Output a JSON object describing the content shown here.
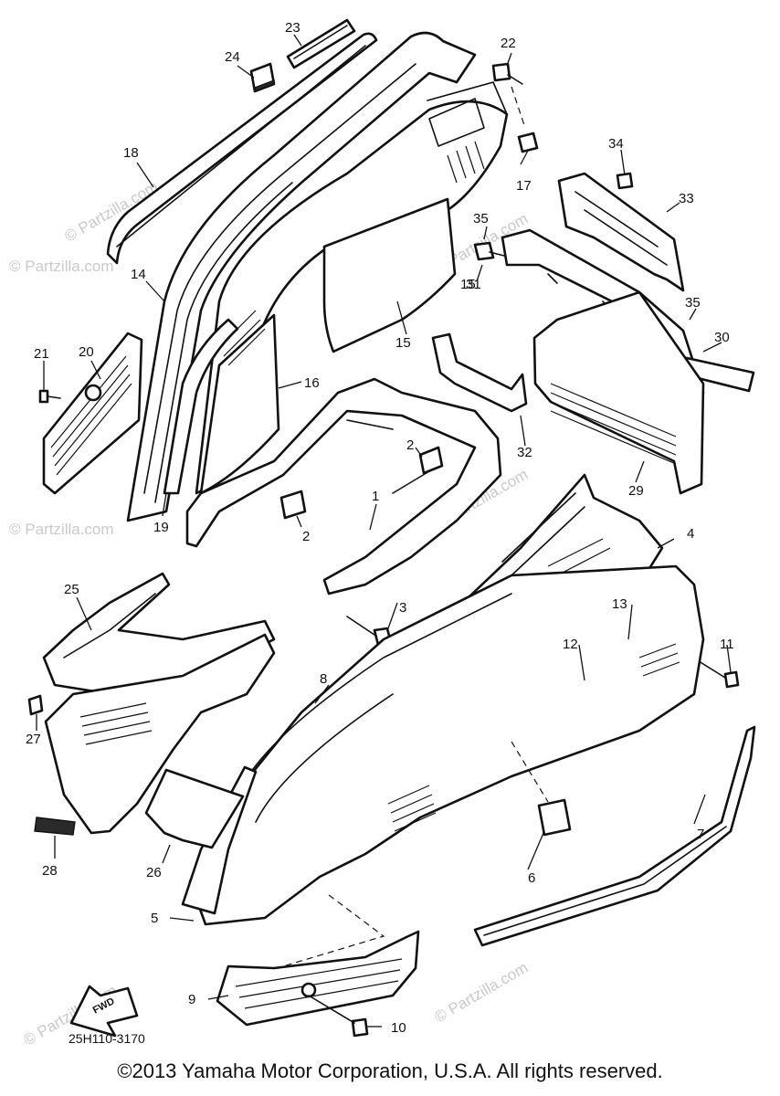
{
  "callouts": [
    {
      "num": "1"
    },
    {
      "num": "2"
    },
    {
      "num": "2"
    },
    {
      "num": "3"
    },
    {
      "num": "4"
    },
    {
      "num": "5"
    },
    {
      "num": "6"
    },
    {
      "num": "7"
    },
    {
      "num": "8"
    },
    {
      "num": "9"
    },
    {
      "num": "10"
    },
    {
      "num": "11"
    },
    {
      "num": "12"
    },
    {
      "num": "13"
    },
    {
      "num": "14"
    },
    {
      "num": "15"
    },
    {
      "num": "15"
    },
    {
      "num": "16"
    },
    {
      "num": "17"
    },
    {
      "num": "18"
    },
    {
      "num": "19"
    },
    {
      "num": "20"
    },
    {
      "num": "21"
    },
    {
      "num": "22"
    },
    {
      "num": "23"
    },
    {
      "num": "24"
    },
    {
      "num": "25"
    },
    {
      "num": "26"
    },
    {
      "num": "27"
    },
    {
      "num": "28"
    },
    {
      "num": "29"
    },
    {
      "num": "30"
    },
    {
      "num": "31"
    },
    {
      "num": "32"
    },
    {
      "num": "33"
    },
    {
      "num": "34"
    },
    {
      "num": "35"
    },
    {
      "num": "35"
    }
  ],
  "fwd_label": "FWD",
  "diagram_code": "25H110-3170",
  "watermark": "© Partzilla.com",
  "copyright": "©2013 Yamaha Motor Corporation, U.S.A. All rights reserved."
}
